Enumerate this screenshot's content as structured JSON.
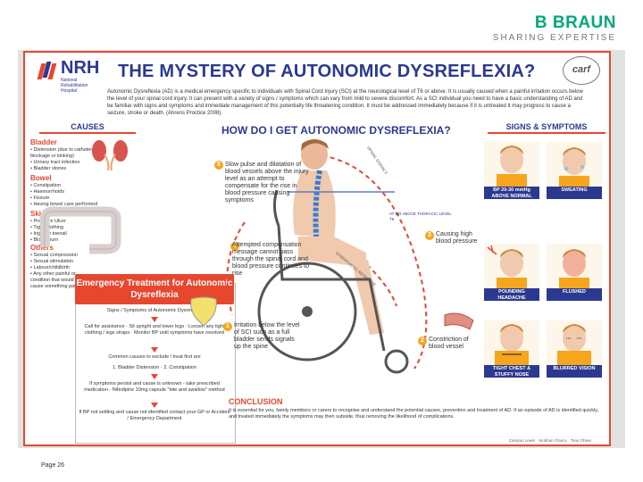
{
  "brand": {
    "name": "B BRAUN",
    "tagline": "SHARING EXPERTISE",
    "color": "#00a97a"
  },
  "poster": {
    "title": "THE MYSTERY OF AUTONOMIC DYSREFLEXIA?",
    "logo_left": {
      "name": "NRH",
      "subtitle": "National Rehabilitation Hospital"
    },
    "logo_right": {
      "name": "carf"
    },
    "intro": "Autonomic Dysreflexia (AD) is a medical emergency specific to individuals with Spinal Cord Injury (SCI) at the neurological level of T6 or above. It is usually caused when a painful irritation occurs below the level of your spinal cord injury. It can present with a variety of signs / symptoms which can vary from mild to severe discomfort. As a SCI individual you need to have a basic understanding of AD and be familiar with signs and symptoms and immediate management of this potentially life threatening condition. It must be addressed immediately because if it is untreated it may progress to cause a seizure, stroke or death. (Ahrens Proctice 2008).",
    "accent_red": "#e8472f",
    "accent_blue": "#2b3990",
    "accent_orange": "#f7a51c"
  },
  "causes": {
    "heading": "CAUSES",
    "groups": [
      {
        "title": "Bladder",
        "items": [
          "• Distension (due to catheter",
          "  blockage or kinking)",
          "• Urinary tract infection",
          "• Bladder stones"
        ]
      },
      {
        "title": "Bowel",
        "items": [
          "• Constipation",
          "• Haemorrhoids",
          "• Fissure",
          "• Having bowel care performed"
        ]
      },
      {
        "title": "Skin",
        "items": [
          "• Pressure Ulcer",
          "• Tight Clothing",
          "• Ingrown toenail",
          "• Blister/burn"
        ]
      },
      {
        "title": "Others",
        "items": [
          "• Sexual compression",
          "• Sexual stimulation",
          "• Labour/childbirth",
          "• Any other painful or",
          "  condition that would usually",
          "  cause something pain"
        ]
      }
    ]
  },
  "how": {
    "heading": "HOW DO I GET AUTONOMIC DYSREFLEXIA?",
    "steps": [
      {
        "num": "5",
        "text": "Slow pulse and dilatation of blood vessels above the injury level as an attempt to compensate for the rise in blood pressure causing symptoms"
      },
      {
        "num": "4",
        "text": "Attempted compensation message cannot pass through the spinal cord and blood pressure continues to rise"
      },
      {
        "num": "1",
        "text": "Irritation below the level of SCI such as a full bladder sends signals up the spine"
      },
      {
        "num": "3",
        "text": "Causing high blood pressure"
      },
      {
        "num": "2",
        "text": "Constriction of blood vessel"
      }
    ],
    "spine_label": "AT OR ABOVE THORACIC LEVEL T6",
    "arc_labels": [
      "SPINAL SIGNALS",
      "SYMPATHETIC RESPONSE"
    ]
  },
  "signs": {
    "heading": "SIGNS & SYMPTOMS",
    "cards": [
      {
        "label": "BP 20-30 mmHg ABOVE NORMAL"
      },
      {
        "label": "SWEATING"
      },
      {
        "label": "POUNDING HEADACHE"
      },
      {
        "label": "FLUSHED"
      },
      {
        "label": "TIGHT CHEST & STUFFY NOSE"
      },
      {
        "label": "BLURRED VISION"
      }
    ]
  },
  "emergency": {
    "title": "Emergency Treatment for Autonomic Dysreflexia",
    "lines": [
      "Signs / Symptoms of Autonomic Dysreflexia",
      "Call for assistance · Sit upright and lower legs · Loosen any tight clothing / legs straps · Monitor BP until symptoms have resolved",
      "Common causes to exclude / treat first are",
      "1. Bladder Distension · 2. Constipation",
      "If symptoms persist and cause is unknown - take prescribed medication - Nifedipine 10mg capsule \"bite and swallow\" method",
      "If BP not settling and cause not identified contact your GP or Accident / Emergency Department"
    ]
  },
  "conclusion": {
    "heading": "CONCLUSION",
    "text": "It is essential for you, family members or carers to recognise and understand the potential causes, prevention and treatment of AD. If an episode of AD is identified quickly, and treated immediately the symptoms may then subside, thus removing the likelihood of complications.",
    "credits": "Campus Lewis · Siobhan Clancy · Tony Ohare"
  },
  "page": {
    "label": "Page 26"
  }
}
